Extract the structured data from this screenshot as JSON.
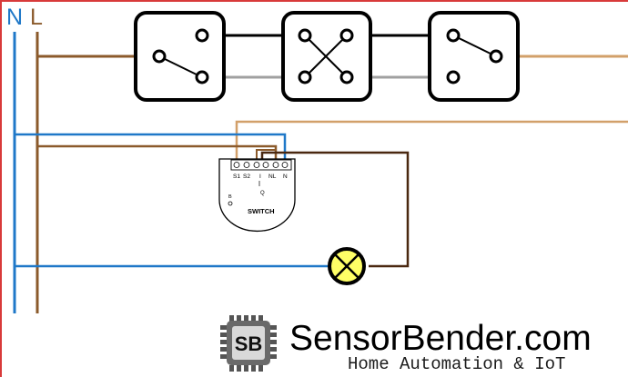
{
  "labels": {
    "neutral": "N",
    "live": "L"
  },
  "module": {
    "terminals": [
      "S1",
      "S2",
      "I",
      "NL",
      "N"
    ],
    "q_label": "Q",
    "b_label": "B",
    "name": "SWITCH"
  },
  "brand": {
    "logo_text": "SB",
    "name": "SensorBender.com",
    "tagline": "Home Automation & IoT"
  },
  "colors": {
    "neutral_wire": "#1f78c8",
    "live_wire": "#8b5a2b",
    "switched_wire": "#d2a06a",
    "traveler_wire": "#a0a0a0",
    "lamp_wire": "#4a2810",
    "lamp_fill": "#ffff66",
    "border": "#d83a3a"
  }
}
